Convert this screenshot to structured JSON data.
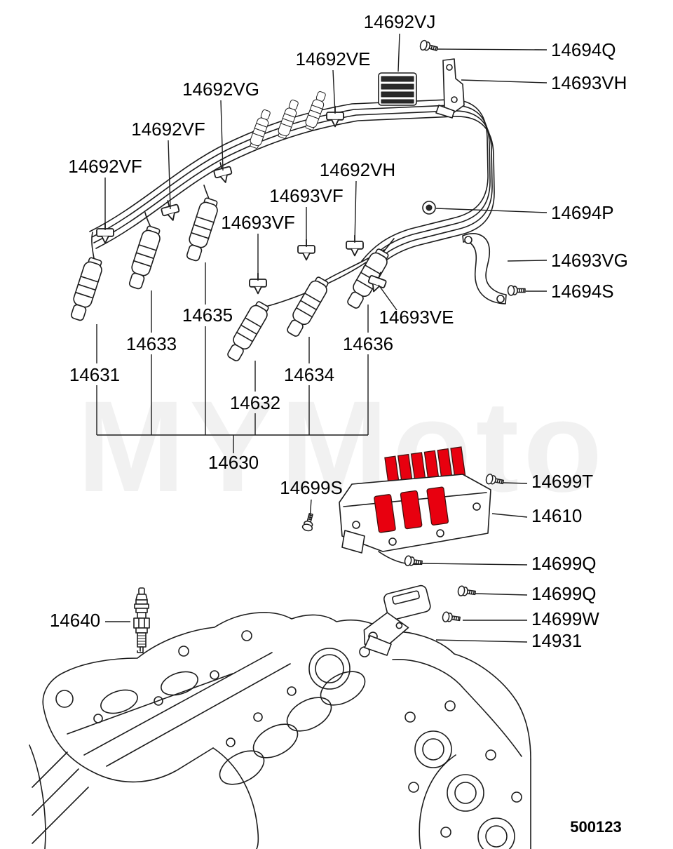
{
  "page": {
    "background": "#ffffff",
    "line_color": "#1c1c1c",
    "highlight_color": "#e8000f",
    "watermark": "MYMoto",
    "drawing_number": "500123"
  },
  "labels": [
    {
      "text": "14692VJ"
    },
    {
      "text": "14694Q"
    },
    {
      "text": "14693VH"
    },
    {
      "text": "14692VE"
    },
    {
      "text": "14692VG"
    },
    {
      "text": "14692VF"
    },
    {
      "text": "14692VF"
    },
    {
      "text": "14692VH"
    },
    {
      "text": "14693VF"
    },
    {
      "text": "14693VF"
    },
    {
      "text": "14694P"
    },
    {
      "text": "14693VG"
    },
    {
      "text": "14694S"
    },
    {
      "text": "14693VE"
    },
    {
      "text": "14635"
    },
    {
      "text": "14633"
    },
    {
      "text": "14636"
    },
    {
      "text": "14631"
    },
    {
      "text": "14634"
    },
    {
      "text": "14632"
    },
    {
      "text": "14630"
    },
    {
      "text": "14699S"
    },
    {
      "text": "14699T"
    },
    {
      "text": "14610"
    },
    {
      "text": "14699Q"
    },
    {
      "text": "14699Q"
    },
    {
      "text": "14699W"
    },
    {
      "text": "14931"
    },
    {
      "text": "14640"
    }
  ]
}
